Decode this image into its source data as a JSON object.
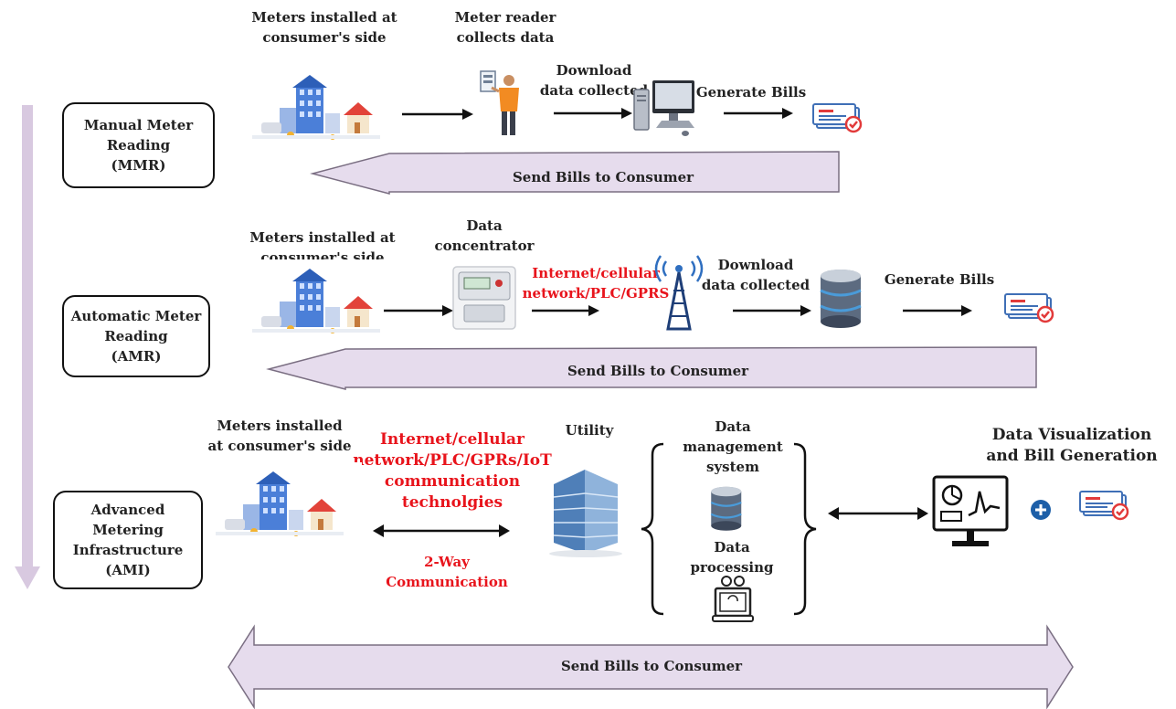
{
  "colors": {
    "band": "#e6dced",
    "band_stroke": "#7a6e82",
    "red_text": "#e8141c",
    "timeline": "#d8c9e0",
    "plus": "#1d5fa8"
  },
  "stages": {
    "mmr": "Manual Meter\nReading\n(MMR)",
    "amr": "Automatic Meter\nReading\n(AMR)",
    "ami": "Advanced\nMetering\nInfrastructure\n(AMI)"
  },
  "mmr": {
    "meters_label": "Meters installed at\nconsumer's side",
    "reader_label": "Meter reader\ncollects data",
    "download_label": "Download\ndata collected",
    "generate_label": "Generate Bills",
    "send_label": "Send Bills to Consumer"
  },
  "amr": {
    "meters_label": "Meters installed at\nconsumer's side",
    "concentrator_label": "Data\nconcentrator",
    "network_label": "Internet/cellular\nnetwork/PLC/GPRS",
    "download_label": "Download\ndata collected",
    "generate_label": "Generate Bills",
    "send_label": "Send Bills to Consumer"
  },
  "ami": {
    "meters_label": "Meters installed\nat consumer's side",
    "network_label": "Internet/cellular\nnetwork/PLC/GPRs/IoT\ncommunication\ntechnolgies",
    "two_way_label": "2-Way\nCommunication",
    "utility_label": "Utility",
    "dms_label": "Data\nmanagement\nsystem",
    "processing_label": "Data\nprocessing",
    "visualization_label": "Data Visualization\nand Bill Generation",
    "send_label": "Send Bills to Consumer"
  },
  "icons": [
    "city-meters-icon",
    "meter-reader-icon",
    "computer-icon",
    "bill-icon",
    "data-concentrator-icon",
    "cell-tower-icon",
    "database-icon",
    "utility-building-icon",
    "data-processing-icon",
    "dashboard-monitor-icon",
    "plus-icon"
  ]
}
